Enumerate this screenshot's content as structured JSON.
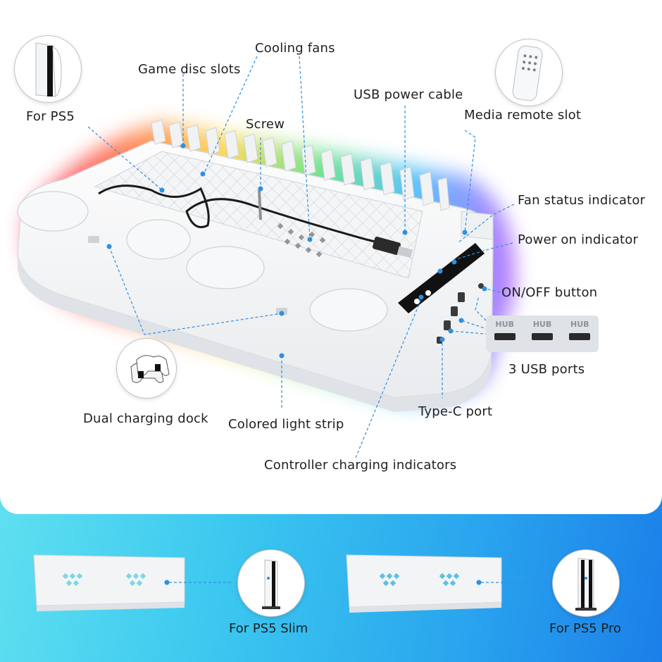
{
  "labels": {
    "for_ps5": "For PS5",
    "game_disc_slots": "Game disc slots",
    "cooling_fans": "Cooling fans",
    "screw": "Screw",
    "usb_power_cable": "USB power cable",
    "media_remote_slot": "Media remote slot",
    "fan_status_indicator": "Fan status indicator",
    "power_on_indicator": "Power on indicator",
    "on_off_button": "ON/OFF button",
    "usb_ports": "3 USB ports",
    "type_c_port": "Type-C port",
    "dual_charging_dock": "Dual charging dock",
    "colored_light_strip": "Colored light strip",
    "controller_charging_indicators": "Controller charging indicators"
  },
  "hub_labels": [
    "HUB",
    "HUB",
    "HUB"
  ],
  "bottom": {
    "slim_label": "For PS5 Slim",
    "pro_label": "For PS5 Pro"
  },
  "colors": {
    "callout": "#2f8fe0",
    "bottom_gradient_start": "#5fe0f0",
    "bottom_gradient_end": "#1b7fe9",
    "stand_white": "#ffffff",
    "panel_black": "#111111"
  }
}
